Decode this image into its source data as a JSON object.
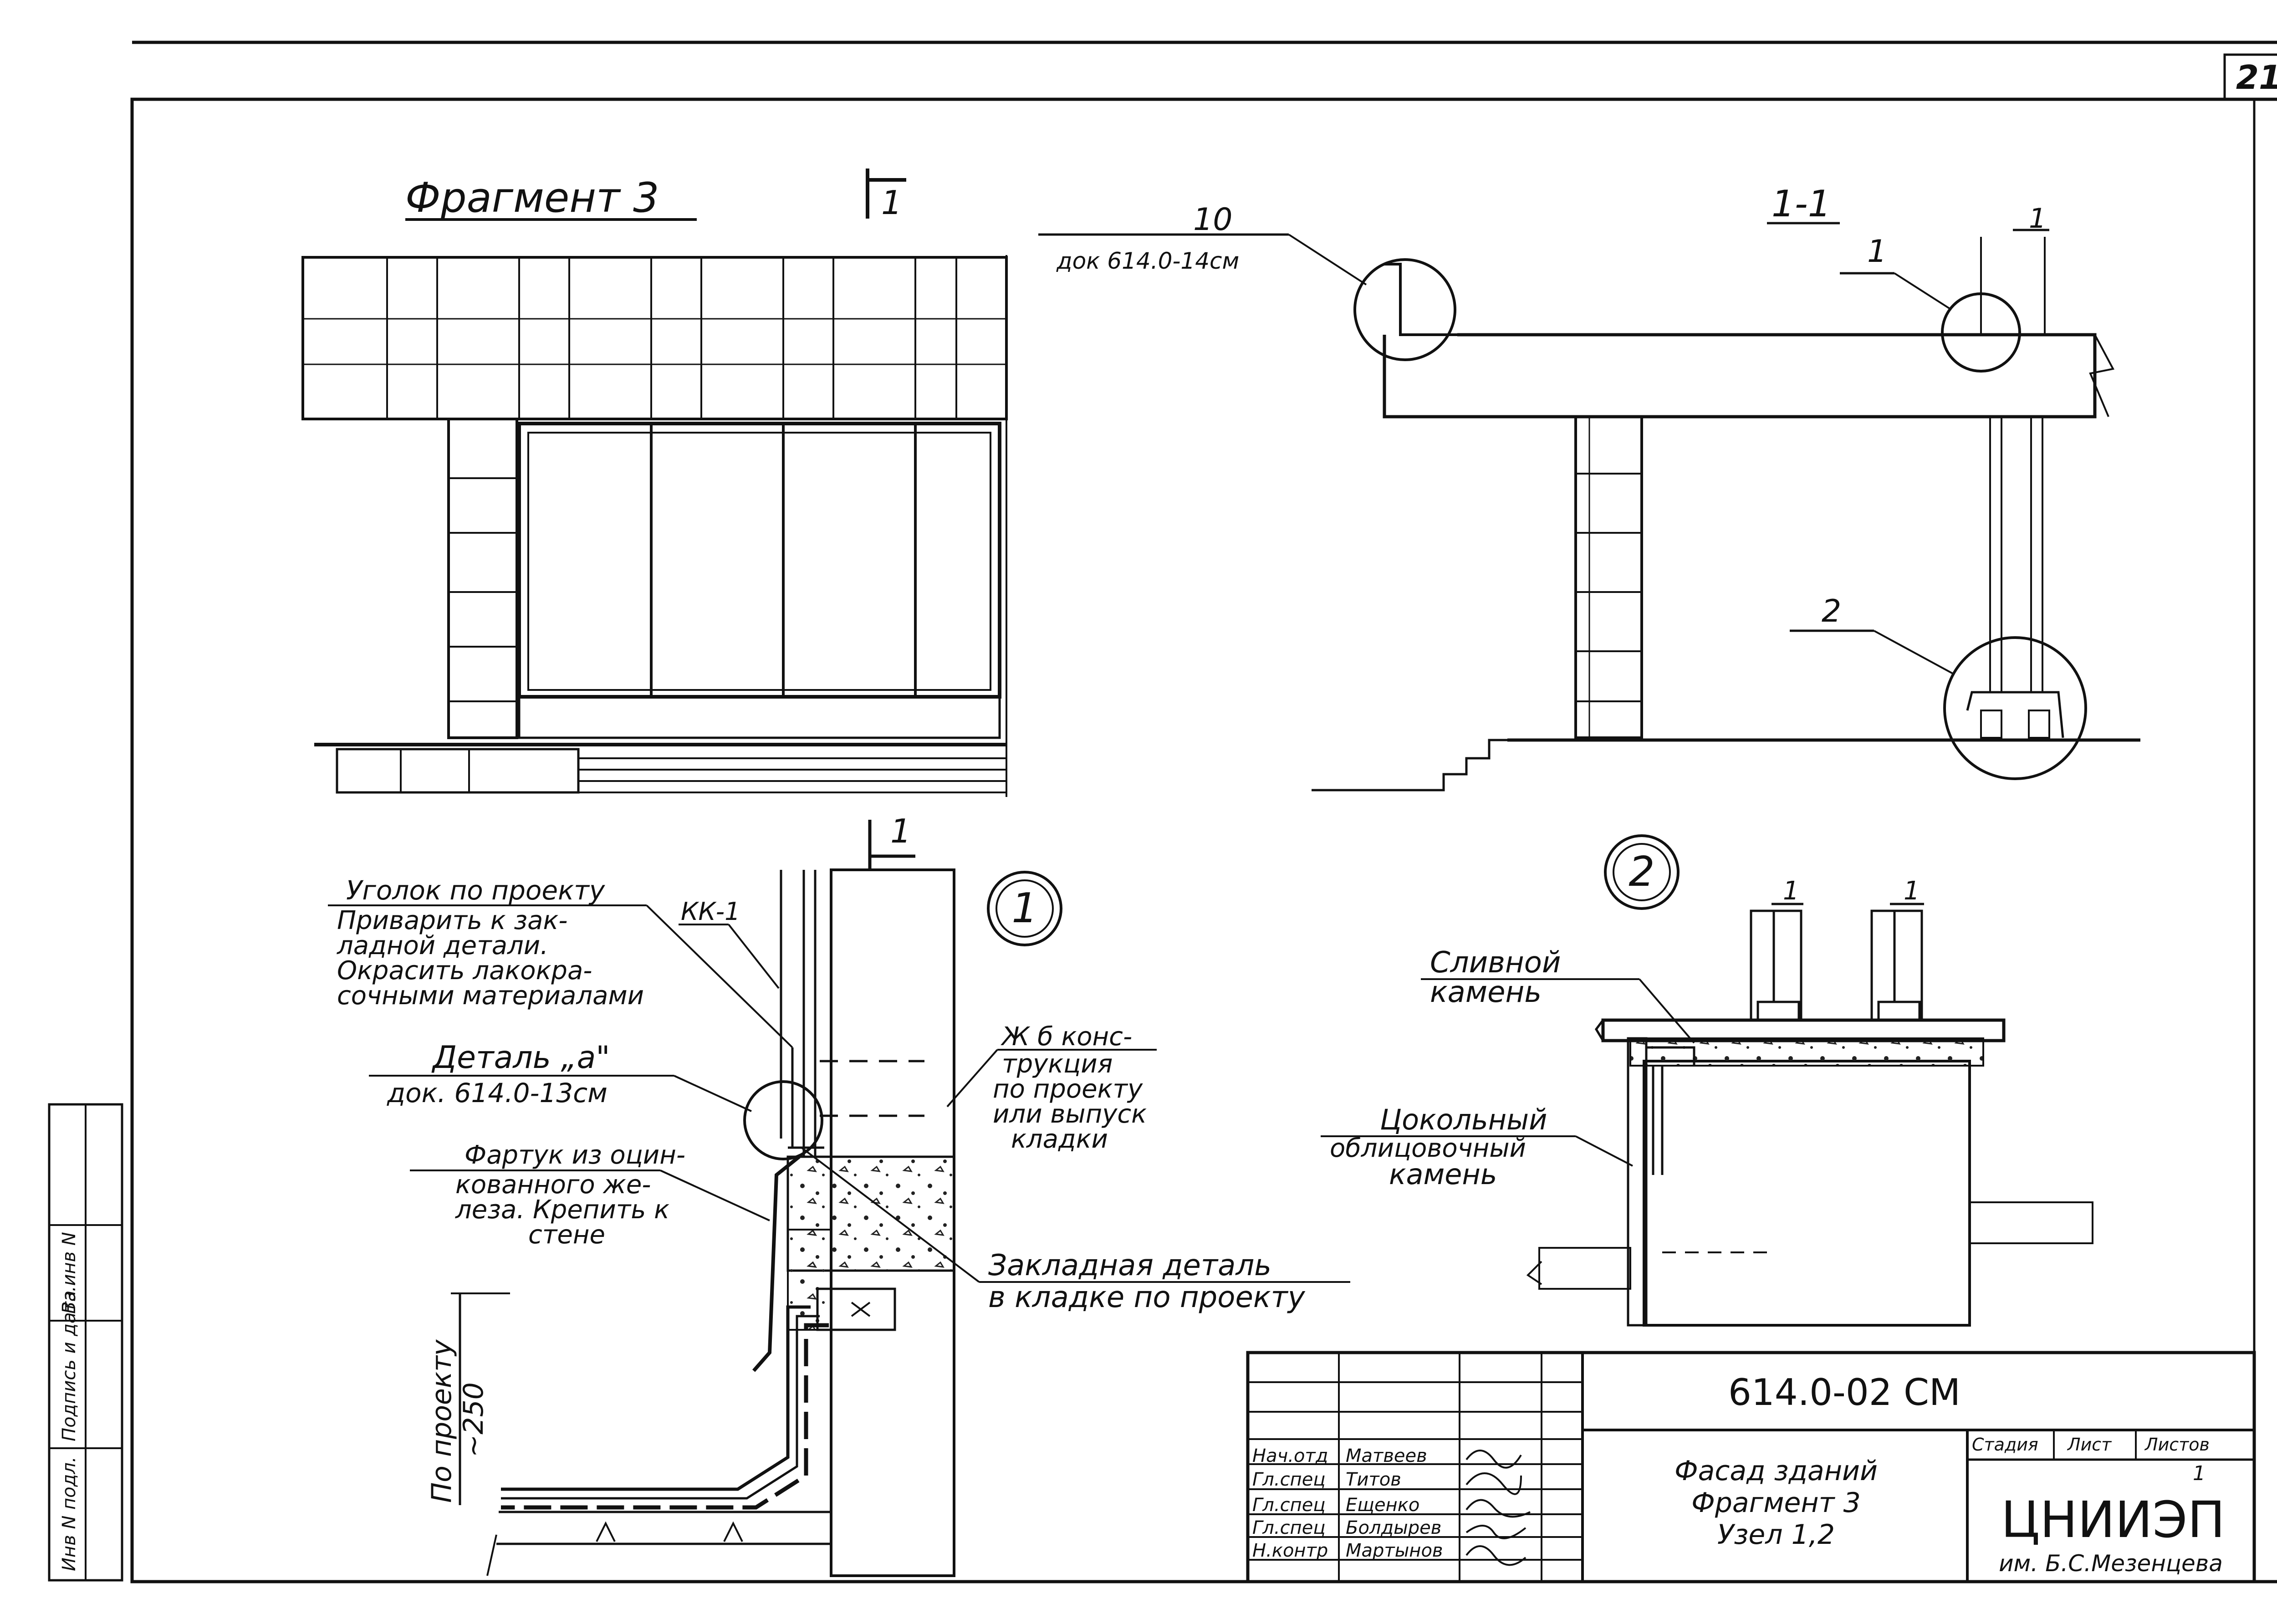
{
  "sheet": {
    "page_number": "21",
    "document_code": "614.0-02 СМ"
  },
  "fragment3": {
    "title": "Фрагмент 3",
    "section_marker": "1"
  },
  "section_1_1": {
    "title": "1-1",
    "callout_10_number": "10",
    "callout_10_ref": "док 614.0-14см",
    "callout_1": "1",
    "callout_2": "2",
    "dim_mark": "1"
  },
  "node1": {
    "number": "1",
    "section_marker": "1",
    "kk_label": "КК-1",
    "note_angle": [
      "Уголок по проекту",
      "Приварить к зак-",
      "ладной детали.",
      "Окрасить лакокра-",
      "сочными материалами"
    ],
    "detail_a_title": "Деталь „а\"",
    "detail_a_ref": "док. 614.0-13см",
    "note_apron": [
      "Фартук из оцин-",
      "кованного же-",
      "леза. Крепить к",
      "стене"
    ],
    "note_rc": [
      "Ж б конс-",
      "трукция",
      "по проекту",
      "или выпуск",
      "кладки"
    ],
    "note_embedded": [
      "Закладная деталь",
      "в кладке по проекту"
    ],
    "dim_label": [
      "По проекту",
      "~250"
    ]
  },
  "node2": {
    "number": "2",
    "note_drip": [
      "Сливной",
      "камень"
    ],
    "note_plinth": [
      "Цокольный",
      "облицовочный",
      "камень"
    ],
    "dim_mark_a": "1",
    "dim_mark_b": "1"
  },
  "title_block": {
    "code": "614.0-02 СМ",
    "staff": [
      {
        "role": "Нач.отд",
        "name": "Матвеев"
      },
      {
        "role": "Гл.спец",
        "name": "Титов"
      },
      {
        "role": "Гл.спец",
        "name": "Ещенко"
      },
      {
        "role": "Гл.спец",
        "name": "Болдырев"
      },
      {
        "role": "Н.контр",
        "name": "Мартынов"
      }
    ],
    "sheet_title": [
      "Фасад зданий",
      "Фрагмент 3",
      "Узел 1,2"
    ],
    "col_stage": "Стадия",
    "col_sheet": "Лист",
    "col_sheets": "Листов",
    "sheets_value": "1",
    "org_name": "ЦНИИЭП",
    "org_sub": "им. Б.С.Мезенцева"
  },
  "side_stamp": {
    "inv_no": "Инв N подл.",
    "signature_date": "Подпись и дата",
    "replace_inv": "Вз.инв N"
  }
}
